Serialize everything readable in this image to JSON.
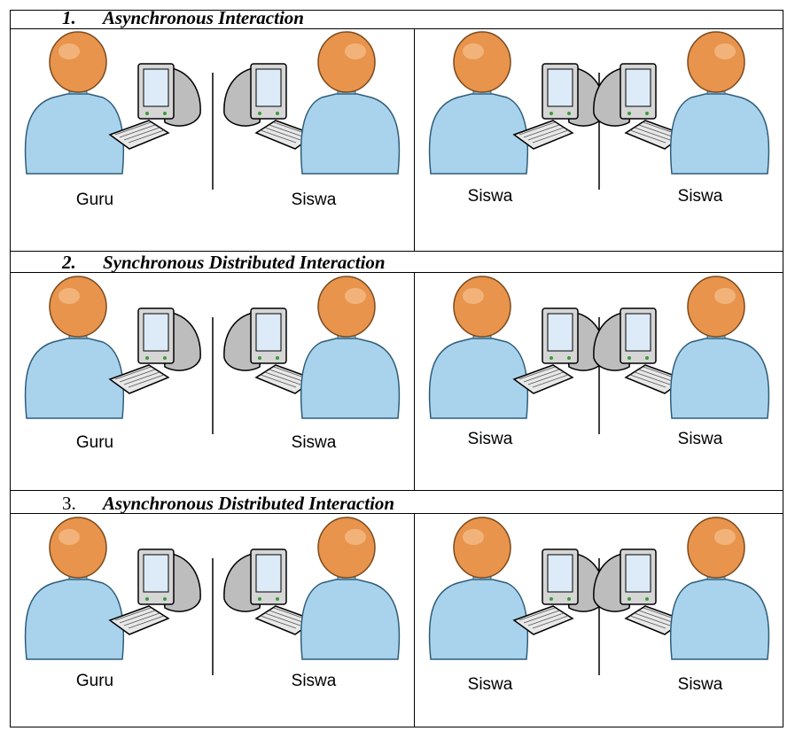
{
  "sections": [
    {
      "number": "1.",
      "title": "Asynchronous Interaction",
      "number_bold_italic": true,
      "left_panel": {
        "left_label": "Guru",
        "right_label": "Siswa"
      },
      "right_panel": {
        "left_label": "Siswa",
        "right_label": "Siswa"
      }
    },
    {
      "number": "2.",
      "title": "Synchronous Distributed Interaction",
      "number_bold_italic": true,
      "left_panel": {
        "left_label": "Guru",
        "right_label": "Siswa"
      },
      "right_panel": {
        "left_label": "Siswa",
        "right_label": "Siswa"
      }
    },
    {
      "number": "3.",
      "title": "Asynchronous Distributed Interaction",
      "number_bold_italic": false,
      "left_panel": {
        "left_label": "Guru",
        "right_label": "Siswa"
      },
      "right_panel": {
        "left_label": "Siswa",
        "right_label": "Siswa"
      }
    }
  ],
  "colors": {
    "head_fill": "#E8944C",
    "head_stroke": "#7A4A1E",
    "body_fill": "#A9D3EC",
    "body_stroke": "#2E5D7A",
    "monitor_fill": "#D6D6D6",
    "screen_fill": "#DCEBF7",
    "outline": "#000000"
  }
}
